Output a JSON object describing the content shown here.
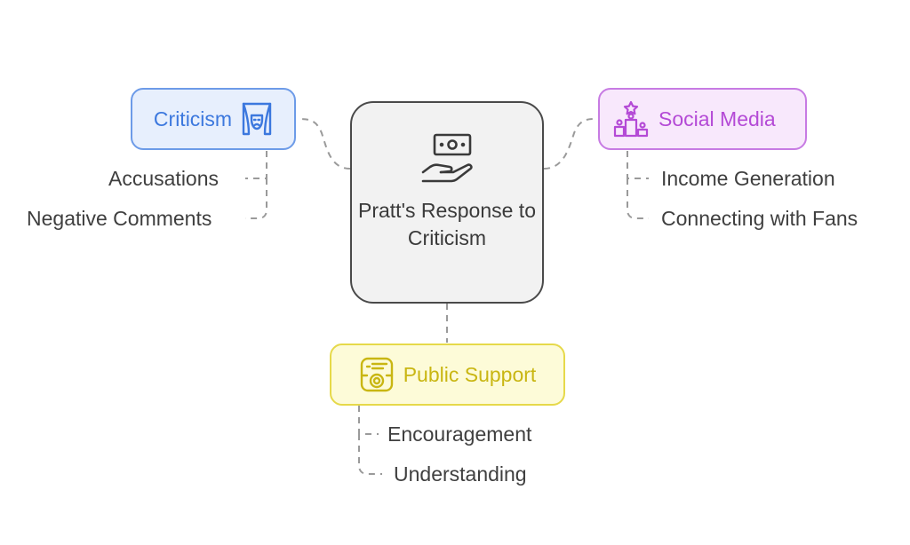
{
  "center": {
    "title": "Pratt's Response to Criticism",
    "icon": "hand-holding-money-icon"
  },
  "branches": {
    "criticism": {
      "label": "Criticism",
      "icon": "theater-curtain-icon",
      "color": "#3c78de",
      "items": [
        "Accusations",
        "Negative Comments"
      ]
    },
    "social_media": {
      "label": "Social Media",
      "icon": "podium-star-people-icon",
      "color": "#b44ad6",
      "items": [
        "Income Generation",
        "Connecting with Fans"
      ]
    },
    "public_support": {
      "label": "Public Support",
      "icon": "radio-device-icon",
      "color": "#c9b612",
      "items": [
        "Encouragement",
        "Understanding"
      ]
    }
  }
}
